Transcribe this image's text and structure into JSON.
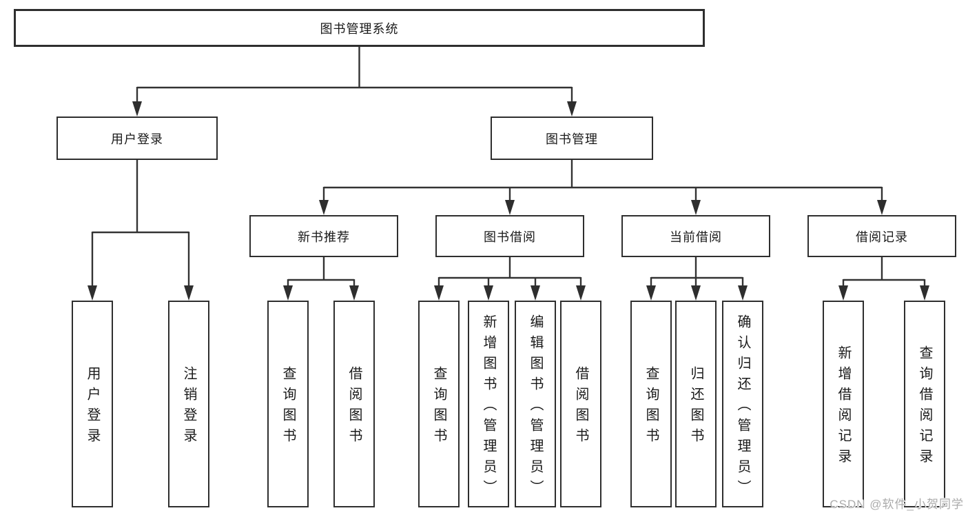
{
  "tree": {
    "root": {
      "label": "图书管理系统"
    },
    "branches": [
      {
        "label": "用户登录",
        "children": [
          {
            "label": "用户登录"
          },
          {
            "label": "注销登录"
          }
        ]
      },
      {
        "label": "图书管理",
        "sections": [
          {
            "label": "新书推荐",
            "children": [
              {
                "label": "查询图书"
              },
              {
                "label": "借阅图书"
              }
            ]
          },
          {
            "label": "图书借阅",
            "children": [
              {
                "label": "查询图书"
              },
              {
                "label": "新增图书（管理员）"
              },
              {
                "label": "编辑图书（管理员）"
              },
              {
                "label": "借阅图书"
              }
            ]
          },
          {
            "label": "当前借阅",
            "children": [
              {
                "label": "查询图书"
              },
              {
                "label": "归还图书"
              },
              {
                "label": "确认归还（管理员）"
              }
            ]
          },
          {
            "label": "借阅记录",
            "children": [
              {
                "label": "新增借阅记录"
              },
              {
                "label": "查询借阅记录"
              }
            ]
          }
        ]
      }
    ]
  },
  "watermark": {
    "text": "CSDN @软件_小贺同学"
  },
  "appearance": {
    "line_color": "#333333",
    "border_color": "#2e2e2e",
    "text_color": "#1a1a1a",
    "watermark_color": "#ababab",
    "background_color": "#ffffff"
  }
}
